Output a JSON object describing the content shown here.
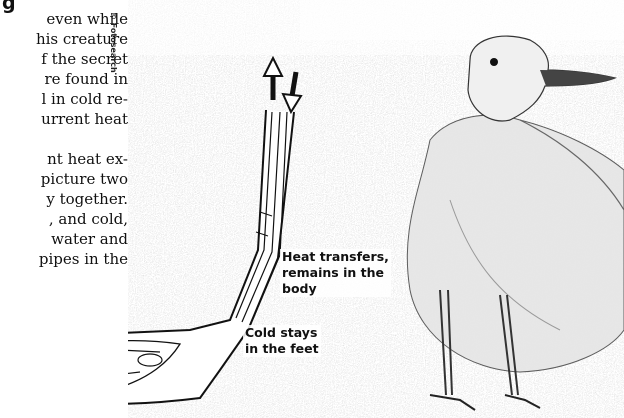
{
  "heading_fragment": "g",
  "text_lines": [
    "even while",
    "his creature",
    "f the secret",
    "re found in",
    "l in cold re-",
    "urrent heat",
    "",
    "nt heat ex-",
    "picture two",
    "y together.",
    ", and cold,",
    "water and",
    "pipes in the"
  ],
  "photo_credit": "© Fotosearch",
  "labels": {
    "heat": [
      "Heat transfers,",
      "remains in the",
      "body"
    ],
    "cold": [
      "Cold stays",
      "in the feet"
    ]
  },
  "colors": {
    "ink": "#111111",
    "paper": "#ffffff",
    "photo_gray": "#bdbdbd"
  }
}
